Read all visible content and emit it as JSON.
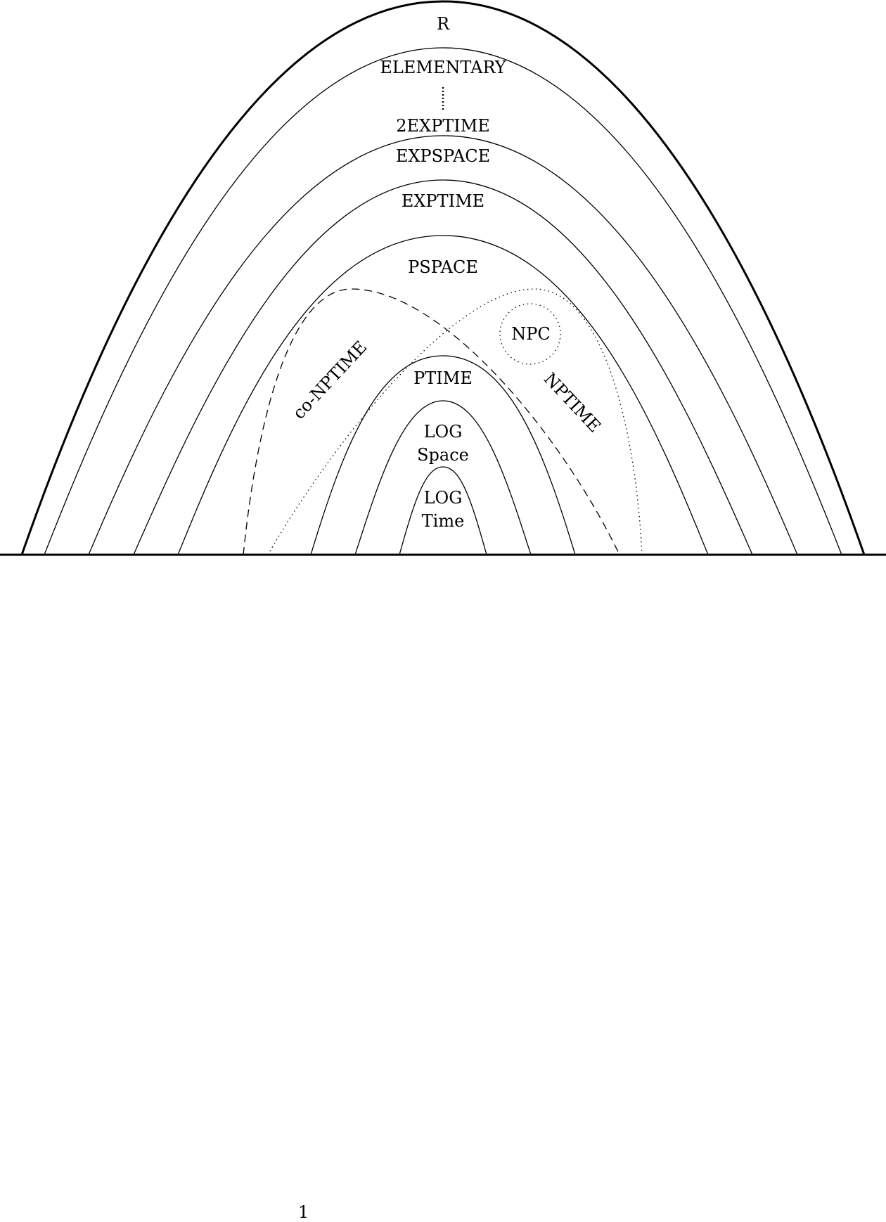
{
  "labels": {
    "r": "R",
    "elementary": "ELEMENTARY",
    "two_exptime": "2EXPTIME",
    "expspace": "EXPSPACE",
    "exptime": "EXPTIME",
    "pspace": "PSPACE",
    "npc": "NPC",
    "co_nptime": "co-NPTIME",
    "nptime": "NPTIME",
    "ptime": "PTIME",
    "log_space_line1": "LOG",
    "log_space_line2": "Space",
    "log_time_line1": "LOG",
    "log_time_line2": "Time"
  },
  "page": {
    "number": "1"
  }
}
